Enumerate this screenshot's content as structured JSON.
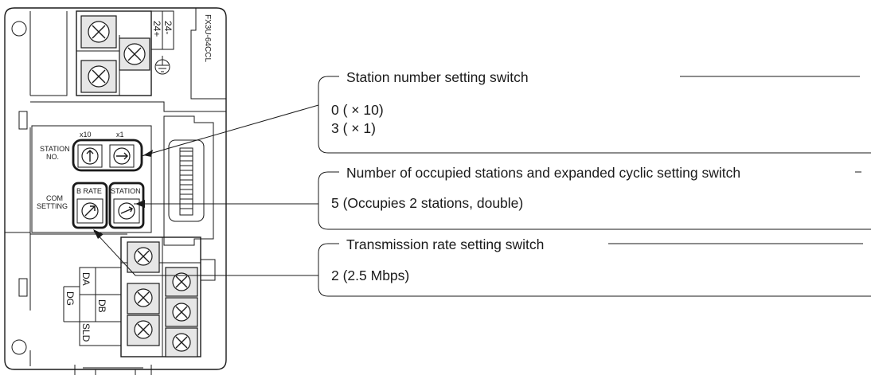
{
  "module": {
    "model": "FX3U-64CCL",
    "terminals_power": [
      "24+",
      "24-"
    ],
    "panel_labels": {
      "station_no_line1": "STATION",
      "station_no_line2": "NO.",
      "com_setting_line1": "COM",
      "com_setting_line2": "SETTING",
      "x10": "x10",
      "x1": "x1",
      "b_rate": "B RATE",
      "station": "STATION"
    },
    "terminals_comm": [
      "DA",
      "DB",
      "DG",
      "SLD"
    ]
  },
  "callouts": [
    {
      "title": "Station number setting switch",
      "lines": [
        "0 ( × 10)",
        "3 ( × 1)"
      ]
    },
    {
      "title": "Number of occupied stations and expanded cyclic setting switch",
      "lines": [
        "5 (Occupies 2 stations, double)"
      ]
    },
    {
      "title": "Transmission rate setting switch",
      "lines": [
        "2 (2.5 Mbps)"
      ]
    }
  ]
}
